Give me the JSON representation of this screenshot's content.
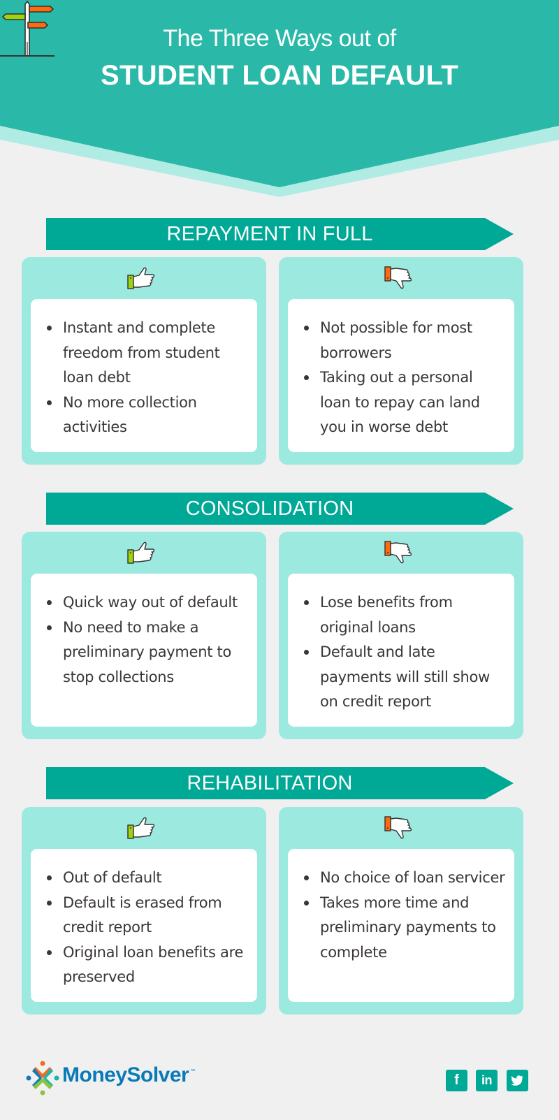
{
  "colors": {
    "header_teal": "#2ab9a8",
    "header_band": "#b0ece4",
    "banner_teal": "#00a896",
    "card_bg": "#9be9df",
    "page_bg": "#f0f0f0",
    "text_dark": "#3b3636",
    "thumb_up_cuff": "#9fd20f",
    "thumb_down_cuff": "#ff6a0c",
    "logo_blue": "#0a7ab7"
  },
  "header": {
    "title_line1": "The Three Ways out of",
    "title_line2": "STUDENT LOAN DEFAULT",
    "icon": "signpost-icon"
  },
  "sections": [
    {
      "title": "REPAYMENT IN FULL",
      "pros_icon": "thumbs-up-icon",
      "cons_icon": "thumbs-down-icon",
      "pros": [
        "Instant and complete freedom from student loan debt",
        "No more collection activities"
      ],
      "cons": [
        "Not possible for most borrowers",
        "Taking out a personal loan to repay can land you in worse debt"
      ]
    },
    {
      "title": "CONSOLIDATION",
      "pros_icon": "thumbs-up-icon",
      "cons_icon": "thumbs-down-icon",
      "pros": [
        "Quick way out of default",
        "No need to make a preliminary payment to stop collections"
      ],
      "cons": [
        "Lose benefits from original loans",
        "Default and late payments will still show on credit report"
      ]
    },
    {
      "title": "REHABILITATION",
      "pros_icon": "thumbs-up-icon",
      "cons_icon": "thumbs-down-icon",
      "pros": [
        "Out of default",
        "Default is erased from credit report",
        "Original loan benefits are preserved"
      ],
      "cons": [
        "No choice of loan servicer",
        "Takes more time and preliminary payments to complete"
      ]
    }
  ],
  "footer": {
    "brand": "MoneySolver",
    "trademark": "™",
    "social": [
      {
        "name": "facebook",
        "glyph": "f"
      },
      {
        "name": "linkedin",
        "glyph": "in"
      },
      {
        "name": "twitter",
        "glyph": "twitter-bird"
      }
    ]
  }
}
